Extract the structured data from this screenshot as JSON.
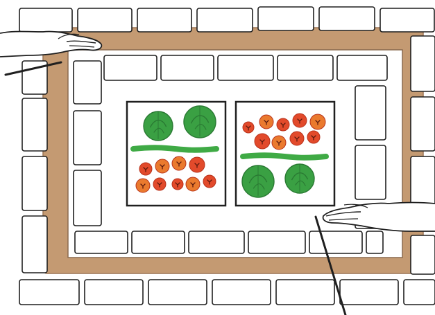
{
  "scene": {
    "colors": {
      "background": "#ffffff",
      "path": "#c49a72",
      "brick_fill": "#ffffff",
      "ink": "#1f1f1f",
      "leaf": "#3aa043",
      "leaf_dark": "#2a7a33",
      "leek": "#3faa45",
      "tomato": "#e24a2b",
      "orange": "#ea7a2e",
      "tray": "#ffffff"
    },
    "trays": [
      {
        "name": "left-tray",
        "top_row": "cabbage",
        "bottom_row": "tomato"
      },
      {
        "name": "right-tray",
        "top_row": "tomato",
        "bottom_row": "cabbage"
      }
    ],
    "hands": [
      {
        "name": "left-hand",
        "side": "left"
      },
      {
        "name": "right-hand",
        "side": "right"
      }
    ]
  }
}
